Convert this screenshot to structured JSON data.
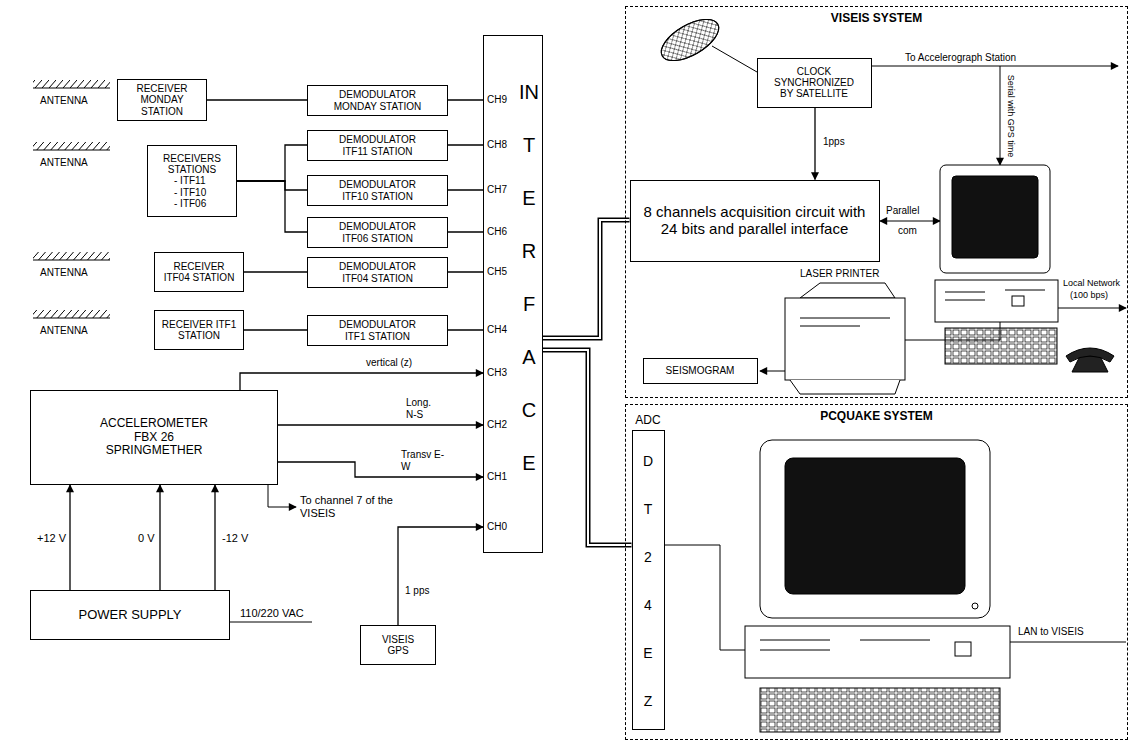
{
  "diagram": {
    "nodes": [
      {
        "text": [
          "RECEIVER MONDAY STATION"
        ]
      },
      {
        "text": [
          "RECEIVERS STATIONS",
          "- ITF11 - ITF10 - ITF06"
        ]
      },
      {
        "text": [
          "RECEIVER ITF04 STATION"
        ]
      },
      {
        "text": [
          "RECEIVER ITF1 STATION"
        ]
      },
      {
        "text": [
          "DEMODULATOR MONDAY STATION"
        ]
      },
      {
        "text": [
          "DEMODULATOR ITF11 STATION"
        ]
      },
      {
        "text": [
          "DEMODULATOR ITF10 STATION"
        ]
      },
      {
        "text": [
          "DEMODULATOR ITF06 STATION"
        ]
      },
      {
        "text": [
          "DEMODULATOR ITF04 STATION"
        ]
      },
      {
        "text": [
          "DEMODULATOR ITF1 STATION"
        ]
      },
      {
        "text": [
          "ACCELEROMETER FBX 26 SPRINGMETHER"
        ]
      },
      {
        "text": [
          "POWER SUPPLY"
        ]
      },
      {
        "text": [
          "VISEIS GPS"
        ]
      },
      {
        "text": [
          "INTERFACE"
        ]
      },
      {
        "text": [
          "VISEIS SYSTEM"
        ]
      },
      {
        "text": [
          "CLOCK SYNCHRONIZED BY SATELLITE"
        ],
        "in": 14
      },
      {
        "text": [
          "8 channels acquisition circuit with 24 bits and parallel interface"
        ],
        "in": 14
      },
      {
        "text": [
          "SEISMOGRAM"
        ],
        "in": 14
      },
      {
        "text": [
          "PCQUAKE SYSTEM"
        ]
      },
      {
        "text": [
          "ADC",
          "DT24EZ"
        ],
        "in": 18
      }
    ],
    "edges": [
      {
        "from": 0,
        "to": 4,
        "arrow": "none"
      },
      {
        "from": 1,
        "to": 5,
        "arrow": "none"
      },
      {
        "from": 1,
        "to": 6,
        "arrow": "none"
      },
      {
        "from": 1,
        "to": 7,
        "arrow": "none"
      },
      {
        "from": 2,
        "to": 8,
        "arrow": "none"
      },
      {
        "from": 3,
        "to": 9,
        "arrow": "none"
      },
      {
        "from": 4,
        "to": 13,
        "arrow": "none"
      },
      {
        "from": 5,
        "to": 13,
        "arrow": "none"
      },
      {
        "from": 6,
        "to": 13,
        "arrow": "none"
      },
      {
        "from": 7,
        "to": 13,
        "arrow": "none"
      },
      {
        "from": 8,
        "to": 13,
        "arrow": "none"
      },
      {
        "from": 9,
        "to": 13,
        "arrow": "none"
      },
      {
        "from": 10,
        "to": 13,
        "label": "vertical (z)",
        "arrow": "to"
      },
      {
        "from": 10,
        "to": 13,
        "label": "Long. N-S",
        "arrow": "to"
      },
      {
        "from": 10,
        "to": 13,
        "label": "Transv E-W",
        "arrow": "to"
      },
      {
        "from": 11,
        "to": 10,
        "label": "+12 V",
        "arrow": "to"
      },
      {
        "from": 11,
        "to": 10,
        "label": "0 V",
        "arrow": "to"
      },
      {
        "from": 11,
        "to": 10,
        "label": "-12 V",
        "arrow": "to"
      },
      {
        "from": 12,
        "to": 13,
        "label": "1 pps",
        "arrow": "to"
      },
      {
        "from": 15,
        "to": 16,
        "label": "1pps",
        "arrow": "to"
      },
      {
        "from": 13,
        "to": 16,
        "arrow": "none"
      },
      {
        "from": 13,
        "to": 19,
        "arrow": "none"
      }
    ],
    "labels": [
      "ANTENNA",
      "ANTENNA",
      "ANTENNA",
      "ANTENNA",
      "CH9",
      "CH8",
      "CH7",
      "CH6",
      "CH5",
      "CH4",
      "CH3",
      "CH2",
      "CH1",
      "CH0",
      "To channel 7 of the VISEIS",
      "110/220 VAC",
      "To Accelerograph Station",
      "Serial with GPS time",
      "Parallel",
      "com",
      "LASER PRINTER",
      "Local Network",
      "(100 bps)",
      "LAN to VISEIS"
    ]
  }
}
